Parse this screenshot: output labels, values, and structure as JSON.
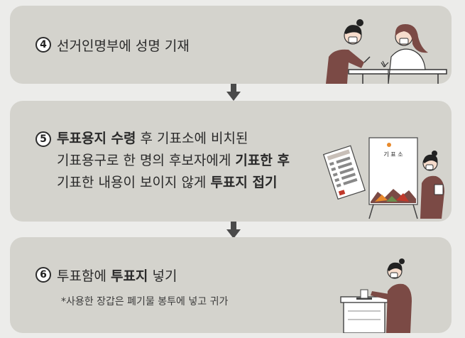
{
  "steps": [
    {
      "number": "4",
      "title": "선거인명부에 성명 기재"
    },
    {
      "number": "5",
      "line1": {
        "b1": "투표용지 수령",
        "r1": " 후 기표소에 비치된"
      },
      "line2": {
        "r1": "기표용구로 한 명의 후보자에게 ",
        "b1": "기표한 후"
      },
      "line3": {
        "r1": "기표한 내용이 보이지 않게 ",
        "b1": "투표지 접기"
      },
      "booth_text": "기 표 소"
    },
    {
      "number": "6",
      "title": {
        "r1": "투표함에 ",
        "b1": "투표지",
        "r2": " 넣기"
      },
      "note": "*사용한 장갑은 폐기물 봉투에 넣고 귀가"
    }
  ],
  "colors": {
    "card": "#d4d3cd",
    "background": "#ececea",
    "arrow": "#4a4a4a",
    "figure_clothes": "#7b4a45"
  }
}
